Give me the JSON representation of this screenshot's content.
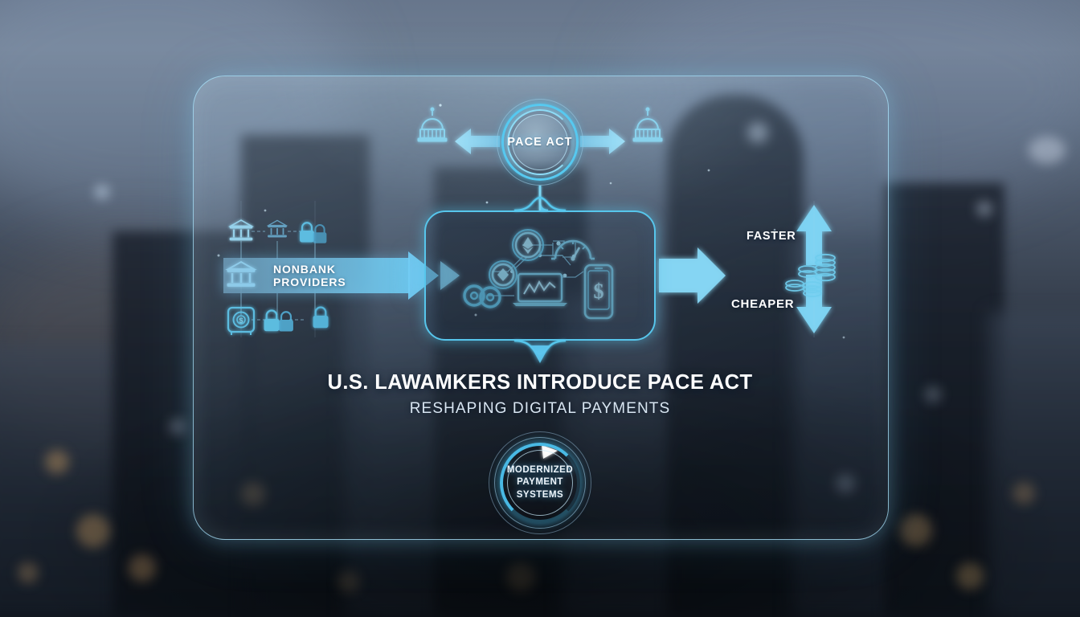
{
  "background": {
    "scene": "blurred-dusk-cityscape",
    "description": "Out-of-focus city skyline at dusk with bokeh window lights"
  },
  "panel": {
    "name": "glass-infographic-panel",
    "border_color": "#A8E2FA",
    "accent_color": "#53C8F0",
    "text_color": "#FFFFFF"
  },
  "top_node": {
    "label": "PACE ACT",
    "icon_left": "capitol-building-icon",
    "icon_right": "capitol-building-icon",
    "arrow_left": "arrow-left",
    "arrow_right": "arrow-right"
  },
  "left_cluster": {
    "ribbon_label": "NONBANK PROVIDERS",
    "icons": [
      "bank-building-icon",
      "bank-building-icon",
      "padlock-icon",
      "padlock-icon",
      "bank-building-icon",
      "vault-dollar-icon",
      "padlock-icon",
      "padlock-icon",
      "padlock-icon"
    ]
  },
  "central_box": {
    "name": "digital-payments-hub",
    "icons": [
      "coin-stack-icon",
      "token-diamond-coin-icon",
      "ethereum-coin-icon",
      "speedometer-gauge-icon",
      "laptop-chart-icon",
      "smartphone-dollar-icon"
    ]
  },
  "outcomes": {
    "up_label": "FASTER",
    "down_label": "CHEAPER",
    "icon": "coin-stack-icon",
    "arrow_up": "arrow-up",
    "arrow_down": "arrow-down"
  },
  "title": {
    "main": "U.S. LAWAMKERS INTRODUCE PACE ACT",
    "sub": "RESHAPING DIGITAL PAYMENTS"
  },
  "bottom_node": {
    "line1": "MODERNIZED",
    "line2": "PAYMENT",
    "line3": "SYSTEMS",
    "icon": "circular-arrow-icon"
  }
}
